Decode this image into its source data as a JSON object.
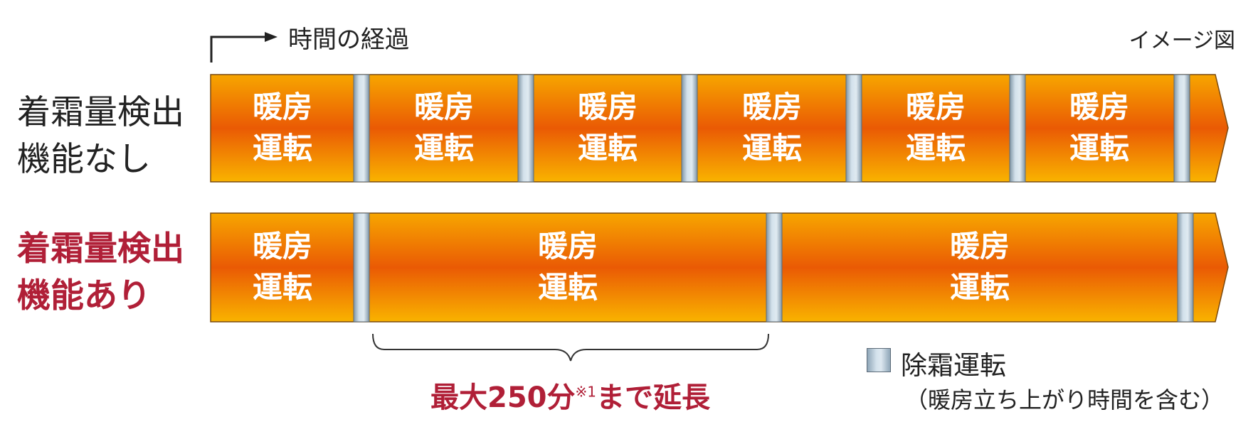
{
  "header": {
    "time_label": "時間の経過",
    "image_note": "イメージ図"
  },
  "rows": [
    {
      "label_line1": "着霜量検出",
      "label_line2": "機能なし",
      "segments": [
        {
          "line1": "暖房",
          "line2": "運転"
        },
        {
          "line1": "暖房",
          "line2": "運転"
        },
        {
          "line1": "暖房",
          "line2": "運転"
        },
        {
          "line1": "暖房",
          "line2": "運転"
        },
        {
          "line1": "暖房",
          "line2": "運転"
        },
        {
          "line1": "暖房",
          "line2": "運転"
        }
      ]
    },
    {
      "label_line1": "着霜量検出",
      "label_line2": "機能あり",
      "segments": [
        {
          "line1": "暖房",
          "line2": "運転"
        },
        {
          "line1": "暖房",
          "line2": "運転"
        },
        {
          "line1": "暖房",
          "line2": "運転"
        }
      ]
    }
  ],
  "extension": {
    "label": "最大250分",
    "footnote": "※1",
    "label_suffix": "まで延長"
  },
  "legend": {
    "label": "除霜運転",
    "note": "（暖房立ち上がり時間を含む）"
  },
  "colors": {
    "accent_red": "#b01f37",
    "bar_orange": "#f39200",
    "bar_deep": "#e95504",
    "defrost_blue": "#c9dae6"
  }
}
